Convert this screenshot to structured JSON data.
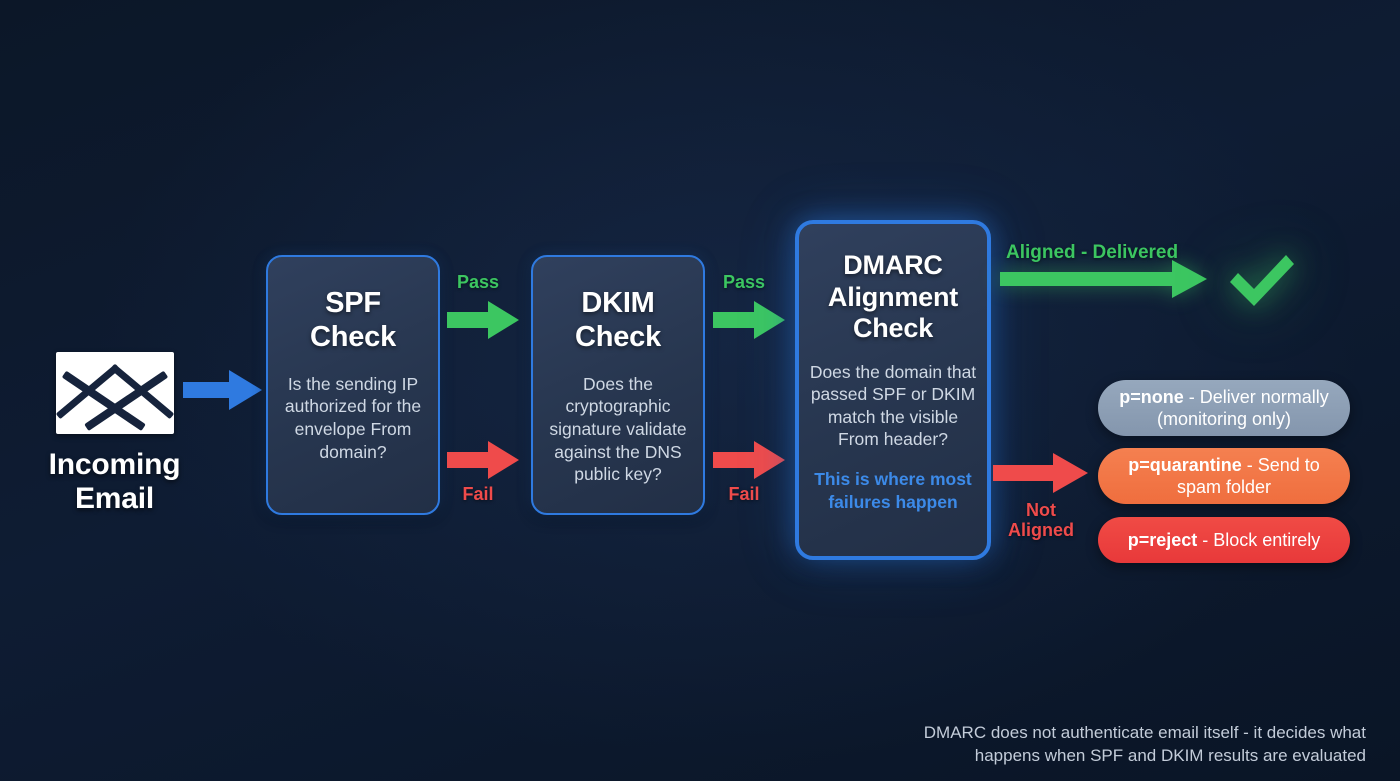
{
  "diagram": {
    "title": "DMARC email authentication flow",
    "background_color": "#0d1a30"
  },
  "source": {
    "icon": "envelope-icon",
    "label_line1": "Incoming",
    "label_line2": "Email"
  },
  "arrows": {
    "intake": {
      "color": "#2f7ae0",
      "label": ""
    },
    "spf_pass": {
      "color": "#3cc661",
      "label": "Pass"
    },
    "spf_fail": {
      "color": "#ef4b4b",
      "label": "Fail"
    },
    "dkim_pass": {
      "color": "#3cc661",
      "label": "Pass"
    },
    "dkim_fail": {
      "color": "#ef4b4b",
      "label": "Fail"
    },
    "aligned": {
      "color": "#3cc661",
      "label": "Aligned - Delivered"
    },
    "not_aligned": {
      "color": "#ef4b4b",
      "label_line1": "Not",
      "label_line2": "Aligned"
    }
  },
  "checks": [
    {
      "id": "spf",
      "title_line1": "SPF",
      "title_line2": "Check",
      "body": "Is the sending IP authorized for the envelope From domain?",
      "border_color": "#2f7ae0"
    },
    {
      "id": "dkim",
      "title_line1": "DKIM",
      "title_line2": "Check",
      "body": "Does the cryptographic signature validate against the DNS public key?",
      "border_color": "#2f7ae0"
    },
    {
      "id": "dmarc",
      "title_line1": "DMARC",
      "title_line2": "Alignment",
      "title_line3": "Check",
      "body": "Does the domain that passed SPF or DKIM match the visible From header?",
      "note": "This is where most failures happen",
      "note_color": "#3c8ae8",
      "border_color": "#2f7ae0"
    }
  ],
  "outcome": {
    "delivered_icon": "check-icon",
    "delivered_color": "#3cc661"
  },
  "policies": [
    {
      "id": "none",
      "tag": "p=none",
      "separator": " - ",
      "desc": "Deliver normally (monitoring only)",
      "color": "#8d9fb4"
    },
    {
      "id": "quarantine",
      "tag": "p=quarantine",
      "separator": " - ",
      "desc": "Send to spam folder",
      "color": "#f17243"
    },
    {
      "id": "reject",
      "tag": "p=reject",
      "separator": " - ",
      "desc": "Block entirely",
      "color": "#ec3f3d"
    }
  ],
  "footer": {
    "line1": "DMARC does not authenticate email itself - it decides what",
    "line2": "happens when SPF and DKIM results are evaluated"
  }
}
